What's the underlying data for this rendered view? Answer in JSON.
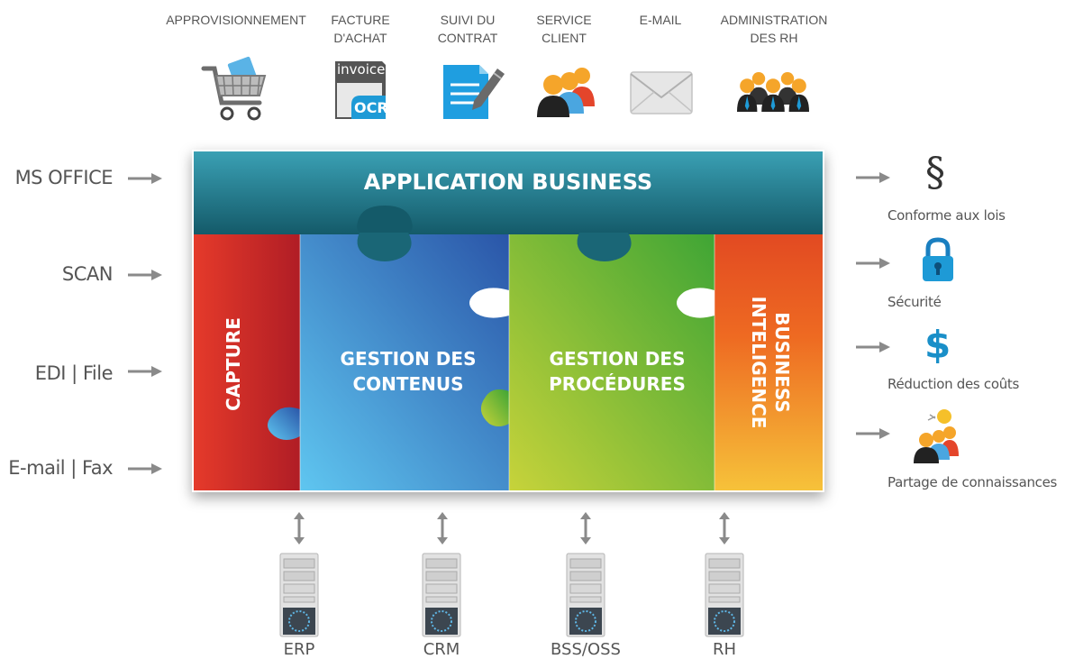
{
  "top_items": [
    {
      "label": "APPROVISIONNEMENT",
      "icon": "shopping-cart-icon"
    },
    {
      "label": "FACTURE\nD'ACHAT",
      "icon": "invoice-ocr-icon",
      "icon_text_1": "invoice",
      "icon_text_2": "OCR"
    },
    {
      "label": "SUIVI DU\nCONTRAT",
      "icon": "document-pencil-icon"
    },
    {
      "label": "SERVICE\nCLIENT",
      "icon": "people-group-icon"
    },
    {
      "label": "E-MAIL",
      "icon": "envelope-icon"
    },
    {
      "label": "ADMINISTRATION\nDES RH",
      "icon": "business-team-icon"
    }
  ],
  "inputs": [
    {
      "label": "MS OFFICE"
    },
    {
      "label": "SCAN"
    },
    {
      "label": "EDI | File"
    },
    {
      "label": "E-mail | Fax"
    }
  ],
  "puzzle": {
    "header": "APPLICATION BUSINESS",
    "capture": "CAPTURE",
    "contenus": "GESTION DES\nCONTENUS",
    "procedures": "GESTION DES\nPROCÉDURES",
    "bi": "BUSINESS\nINTELIGENCE"
  },
  "outputs": [
    {
      "label": "Conforme aux lois",
      "icon": "section-sign-icon",
      "glyph": "§"
    },
    {
      "label": "Sécurité",
      "icon": "padlock-icon"
    },
    {
      "label": "Réduction des coûts",
      "icon": "dollar-icon",
      "glyph": "$"
    },
    {
      "label": "Partage de connaissances",
      "icon": "knowledge-sharing-icon"
    }
  ],
  "systems": [
    {
      "label": "ERP"
    },
    {
      "label": "CRM"
    },
    {
      "label": "BSS/OSS"
    },
    {
      "label": "RH"
    }
  ],
  "colors": {
    "header": "#1d6e7f",
    "capture": "#d8312a",
    "contenus": "#3b84c8",
    "procedures": "#7cbd33",
    "bi": "#ec5a23",
    "arrow": "#8a8a8a"
  }
}
